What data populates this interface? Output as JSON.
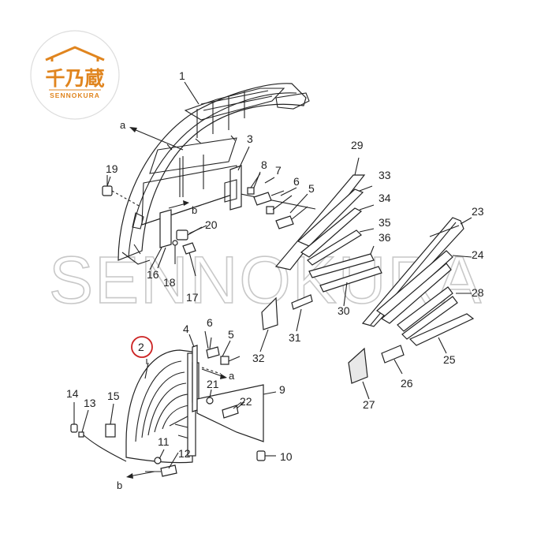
{
  "logo": {
    "kanji": "千乃蔵",
    "romaji": "SENNOKURA",
    "brand_color": "#e0851f"
  },
  "watermark": "SENNOKURA",
  "highlight_color": "#cc2222",
  "callouts": {
    "p1": "1",
    "p2": "2",
    "p3": "3",
    "p4": "4",
    "p5a": "5",
    "p5b": "5",
    "p6a": "6",
    "p6b": "6",
    "p7": "7",
    "p8": "8",
    "p9": "9",
    "p10": "10",
    "p11": "11",
    "p12": "12",
    "p13": "13",
    "p14": "14",
    "p15": "15",
    "p16": "16",
    "p17": "17",
    "p18": "18",
    "p19": "19",
    "p20": "20",
    "p21": "21",
    "p22": "22",
    "p23": "23",
    "p24": "24",
    "p25": "25",
    "p26": "26",
    "p27": "27",
    "p28": "28",
    "p29": "29",
    "p30": "30",
    "p31": "31",
    "p32": "32",
    "p33": "33",
    "p34": "34",
    "p35": "35",
    "p36": "36"
  },
  "refs": {
    "a_top": "a",
    "b_mid": "b",
    "a_low": "a",
    "b_low": "b"
  }
}
